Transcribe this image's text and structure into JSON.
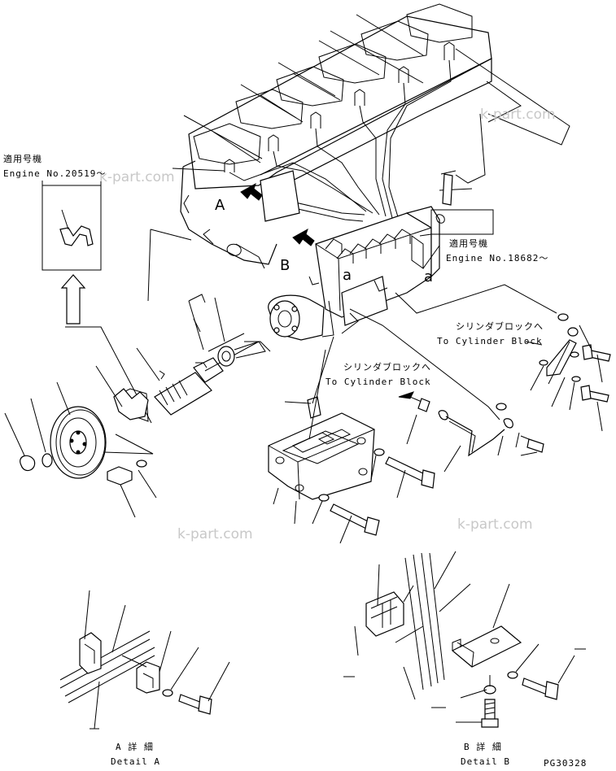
{
  "watermark": "k-part.com",
  "top_note": {
    "jp": "適用号機",
    "serial": "Engine No.20519～"
  },
  "right_note": {
    "jp": "適用号機",
    "serial": "Engine No.18682～"
  },
  "callouts": {
    "a1": "a",
    "a2": "a",
    "A": "A",
    "B": "B"
  },
  "to_block_1": {
    "jp": "シリンダブロックへ",
    "en": "To Cylinder Block"
  },
  "to_block_2": {
    "jp": "シリンダブロックへ",
    "en": "To Cylinder Block"
  },
  "detail_a": {
    "jp": "A 詳 細",
    "en": "Detail A"
  },
  "detail_b": {
    "jp": "B 詳 細",
    "en": "Detail B"
  },
  "drawing_no": "PG30328"
}
